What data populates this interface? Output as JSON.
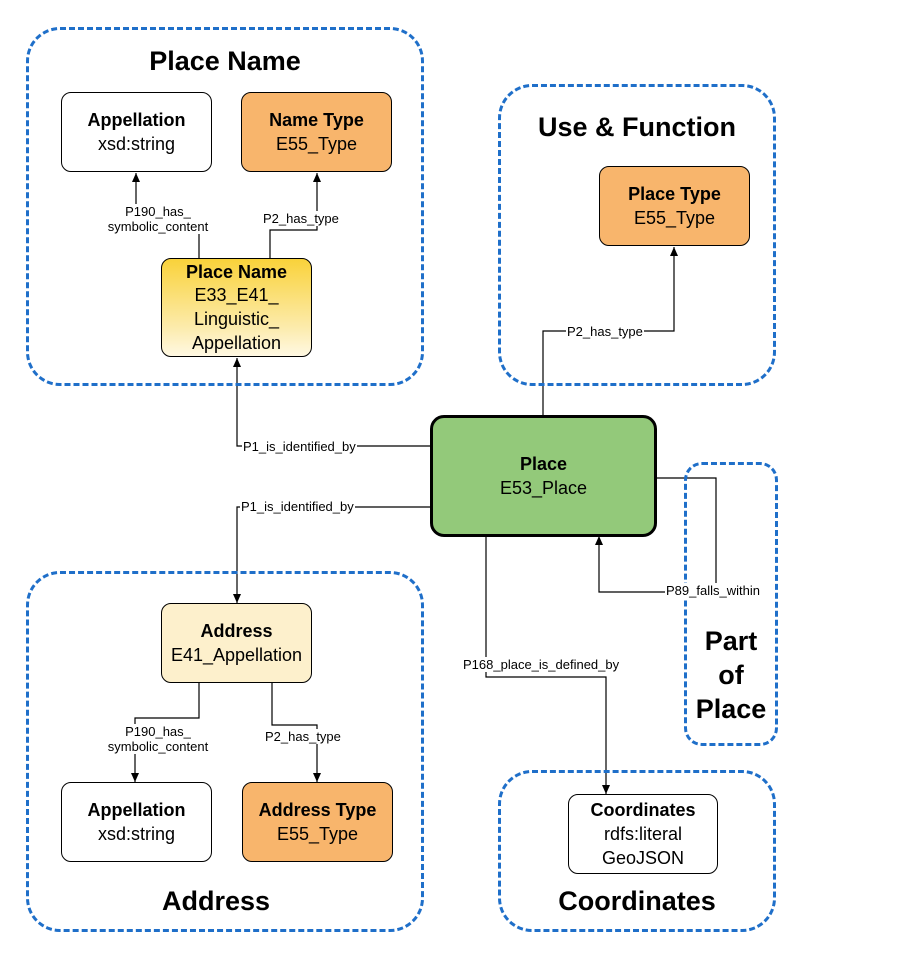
{
  "groups": {
    "place_name": "Place Name",
    "use_function": "Use & Function",
    "part_of_place": [
      "Part",
      "of",
      "Place"
    ],
    "address": "Address",
    "coordinates": "Coordinates"
  },
  "nodes": {
    "appellation_top": {
      "title": "Appellation",
      "type": "xsd:string"
    },
    "name_type": {
      "title": "Name Type",
      "type": "E55_Type"
    },
    "place_name": {
      "title": "Place Name",
      "lines": [
        "E33_E41_",
        "Linguistic_",
        "Appellation"
      ]
    },
    "place_type": {
      "title": "Place Type",
      "type": "E55_Type"
    },
    "place": {
      "title": "Place",
      "type": "E53_Place"
    },
    "address": {
      "title": "Address",
      "type": "E41_Appellation"
    },
    "appellation_bottom": {
      "title": "Appellation",
      "type": "xsd:string"
    },
    "address_type": {
      "title": "Address Type",
      "type": "E55_Type"
    },
    "coordinates": {
      "title": "Coordinates",
      "lines": [
        "rdfs:literal",
        "GeoJSON"
      ]
    }
  },
  "edges": {
    "p190_top": [
      "P190_has_",
      "symbolic_content"
    ],
    "p2_name_type": "P2_has_type",
    "p2_place_type": "P2_has_type",
    "p1_place_name": "P1_is_identified_by",
    "p1_address": "P1_is_identified_by",
    "p89": "P89_falls_within",
    "p168": "P168_place_is_defined_by",
    "p190_bottom": [
      "P190_has_",
      "symbolic_content"
    ],
    "p2_address_type": "P2_has_type"
  },
  "colors": {
    "group_border": "#1f6fc9",
    "type_node": "#f8b56c",
    "place_node": "#93c97a",
    "address_node": "#fdf0cc",
    "linguistic_appellation_node": "#f9d23a"
  }
}
